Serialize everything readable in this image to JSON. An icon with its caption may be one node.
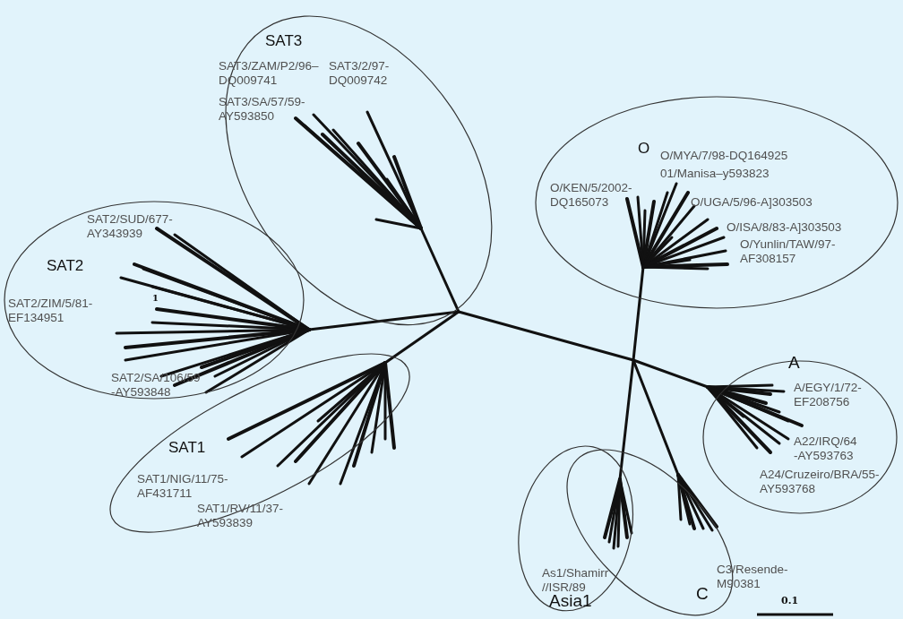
{
  "diagram": {
    "nodes": [
      {
        "text": [
          "SAT3",
          "SAT3/ZAM/P2/96– DQ009741",
          "SAT3/2/97- DQ009742",
          "SAT3/SA/57/59- AY593850"
        ]
      },
      {
        "text": [
          "O",
          "O/MYA/7/98-DQ164925",
          "01/Manisa–y593823",
          "O/KEN/5/2002- DQ165073",
          "O/UGA/5/96-A]303503",
          "O/ISA/8/83-A]303503",
          "O/Yunlin/TAW/97- AF308157"
        ]
      },
      {
        "text": [
          "SAT2/SUD/677- AY343939",
          "SAT2",
          "SAT2/ZIM/5/81- EF134951",
          "SAT2/SA/106/59 -AY593848"
        ]
      },
      {
        "text": [
          "SAT1",
          "SAT1/NIG/11/75- AF431711",
          "SAT1/RV/11/37- AY593839"
        ]
      },
      {
        "text": [
          "A",
          "A/EGY/1/72- EF208756",
          "A22/IRQ/64 -AY593763",
          "A24/Cruzeiro/BRA/55- AY593768"
        ]
      },
      {
        "text": [
          "As1/Shamirr //ISR/89",
          "Asia1"
        ]
      },
      {
        "text": [
          "C3/Resende- M90381",
          "C"
        ]
      }
    ],
    "edges": [],
    "labels": [
      "1",
      "0.1"
    ]
  }
}
